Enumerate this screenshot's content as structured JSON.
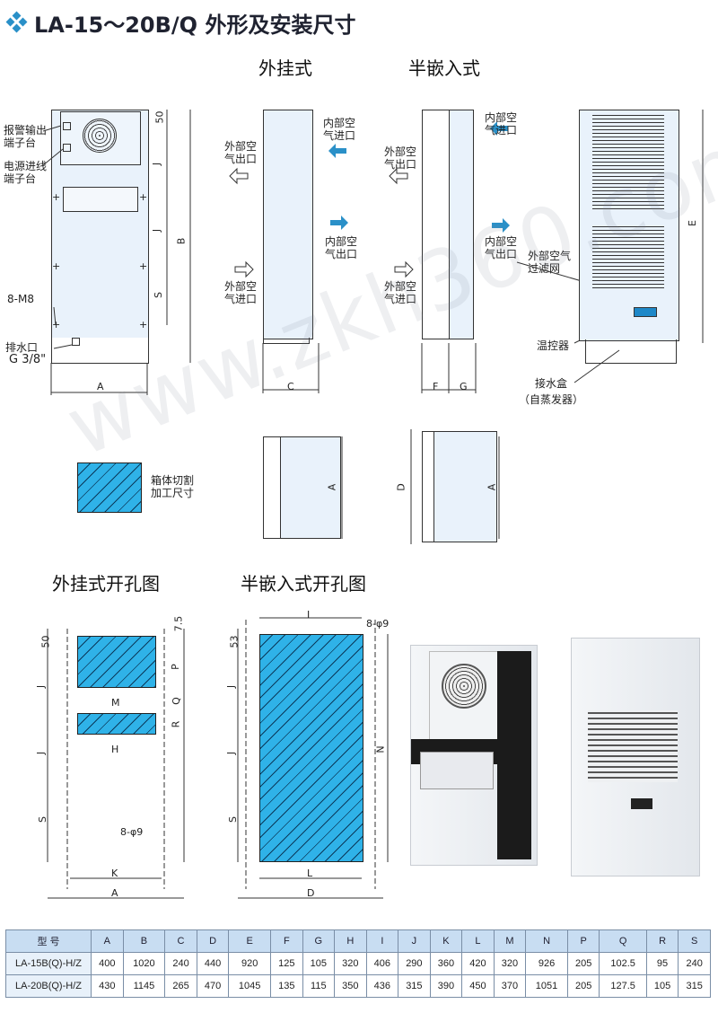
{
  "title": "LA-15～20B/Q 外形及安装尺寸",
  "headings": {
    "wall": "外挂式",
    "semi": "半嵌入式",
    "wall_hole": "外挂式开孔图",
    "semi_hole": "半嵌入式开孔图"
  },
  "front_labels": {
    "alarm": "报警输出\n端子台",
    "power": "电源进线\n端子台",
    "m8": "8-M8",
    "drain": "排水口",
    "g38": "G 3/8\""
  },
  "side_labels": {
    "inner_in": "内部空\n气进口",
    "outer_out": "外部空\n气出口",
    "inner_out": "内部空\n气出口",
    "outer_in": "外部空\n气进口"
  },
  "right_labels": {
    "filter": "外部空气\n过滤网",
    "thermo": "温控器",
    "tray": "接水盒",
    "tray_note": "（自蒸发器）"
  },
  "legend": "箱体切割\n加工尺寸",
  "dims": {
    "d50": "50",
    "J": "J",
    "B": "B",
    "S": "S",
    "A": "A",
    "C": "C",
    "F": "F",
    "G": "G",
    "E": "E",
    "D": "D",
    "d75": "7.5",
    "d53": "53",
    "P": "P",
    "Q": "Q",
    "R": "R",
    "M": "M",
    "H": "H",
    "K": "K",
    "L": "L",
    "N": "N",
    "I": "I",
    "phi9": "8-φ9"
  },
  "watermark": "www.zkh360.com",
  "table": {
    "headers": [
      "型 号",
      "A",
      "B",
      "C",
      "D",
      "E",
      "F",
      "G",
      "H",
      "I",
      "J",
      "K",
      "L",
      "M",
      "N",
      "P",
      "Q",
      "R",
      "S"
    ],
    "rows": [
      [
        "LA-15B(Q)-H/Z",
        "400",
        "1020",
        "240",
        "440",
        "920",
        "125",
        "105",
        "320",
        "406",
        "290",
        "360",
        "420",
        "320",
        "926",
        "205",
        "102.5",
        "95",
        "240"
      ],
      [
        "LA-20B(Q)-H/Z",
        "430",
        "1145",
        "265",
        "470",
        "1045",
        "135",
        "115",
        "350",
        "436",
        "315",
        "390",
        "450",
        "370",
        "1051",
        "205",
        "127.5",
        "105",
        "315"
      ]
    ]
  },
  "colors": {
    "accent": "#2a90c8",
    "hatch": "#2fb2e8",
    "panel": "#e9f2fb"
  }
}
